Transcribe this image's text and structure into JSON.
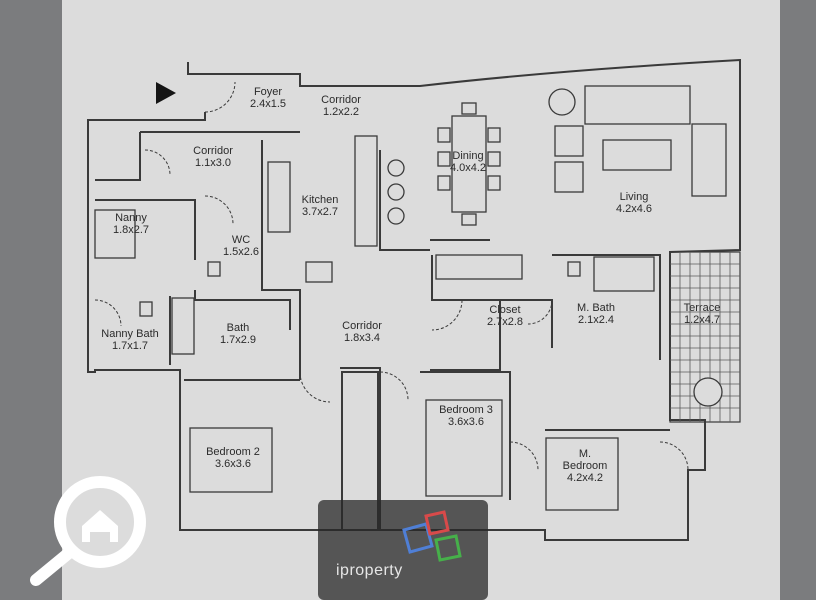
{
  "rooms": [
    {
      "name": "Foyer",
      "size": "2.4x1.5"
    },
    {
      "name": "Corridor",
      "size": "1.2x2.2"
    },
    {
      "name": "Corridor",
      "size": "1.1x3.0"
    },
    {
      "name": "Nanny",
      "size": "1.8x2.7"
    },
    {
      "name": "WC",
      "size": "1.5x2.6"
    },
    {
      "name": "Kitchen",
      "size": "3.7x2.7"
    },
    {
      "name": "Dining",
      "size": "4.0x4.2"
    },
    {
      "name": "Living",
      "size": "4.2x4.6"
    },
    {
      "name": "Nanny Bath",
      "size": "1.7x1.7"
    },
    {
      "name": "Bath",
      "size": "1.7x2.9"
    },
    {
      "name": "Corridor",
      "size": "1.8x3.4"
    },
    {
      "name": "Closet",
      "size": "2.7x2.8"
    },
    {
      "name": "M. Bath",
      "size": "2.1x2.4"
    },
    {
      "name": "Terrace",
      "size": "1.2x4.7"
    },
    {
      "name": "Bedroom 3",
      "size": "3.6x3.6"
    },
    {
      "name": "Bedroom 2",
      "size": "3.6x3.6"
    },
    {
      "name": "M.",
      "size": "Bedroom"
    }
  ],
  "m_bedroom_size": "4.2x4.2",
  "brand": {
    "name": "iproperty"
  },
  "colors": {
    "paper": "#dcdcdc",
    "ink": "#3a3a3a",
    "backdrop": "#7b7c7e"
  }
}
